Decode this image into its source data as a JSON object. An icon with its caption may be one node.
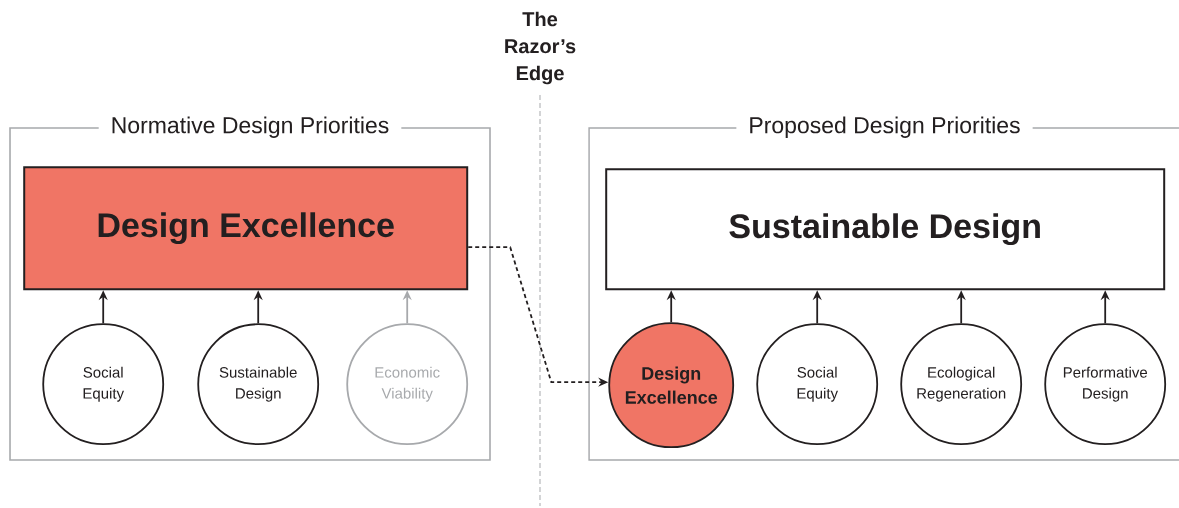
{
  "diagram": {
    "nodes": [
      {
        "text": [
          "Normative Design Priorities"
        ]
      },
      {
        "text": [
          "Design Excellence"
        ],
        "in": 0
      },
      {
        "text": [
          "Social Equity"
        ],
        "in": 0
      },
      {
        "text": [
          "Sustainable Design"
        ],
        "in": 0
      },
      {
        "text": [
          "Economic Viability"
        ],
        "in": 0
      },
      {
        "text": [
          "Proposed Design Priorities"
        ]
      },
      {
        "text": [
          "Sustainable Design"
        ],
        "in": 5
      },
      {
        "text": [
          "Design Excellence"
        ],
        "in": 5
      },
      {
        "text": [
          "Social Equity"
        ],
        "in": 5
      },
      {
        "text": [
          "Ecological Regeneration"
        ],
        "in": 5
      },
      {
        "text": [
          "Performative Design"
        ],
        "in": 5
      }
    ],
    "edges": [
      {
        "from": 2,
        "to": 1,
        "arrow": "to"
      },
      {
        "from": 3,
        "to": 1,
        "arrow": "to"
      },
      {
        "from": 4,
        "to": 1,
        "arrow": "to",
        "color": "#a7a9ac"
      },
      {
        "from": 1,
        "to": 7,
        "arrow": "to",
        "style": "dashed"
      },
      {
        "from": 7,
        "to": 6,
        "arrow": "to"
      },
      {
        "from": 8,
        "to": 6,
        "arrow": "to"
      },
      {
        "from": 9,
        "to": 6,
        "arrow": "to"
      },
      {
        "from": 10,
        "to": 6,
        "arrow": "to"
      }
    ],
    "labels": [
      "The Razor’s Edge"
    ]
  }
}
